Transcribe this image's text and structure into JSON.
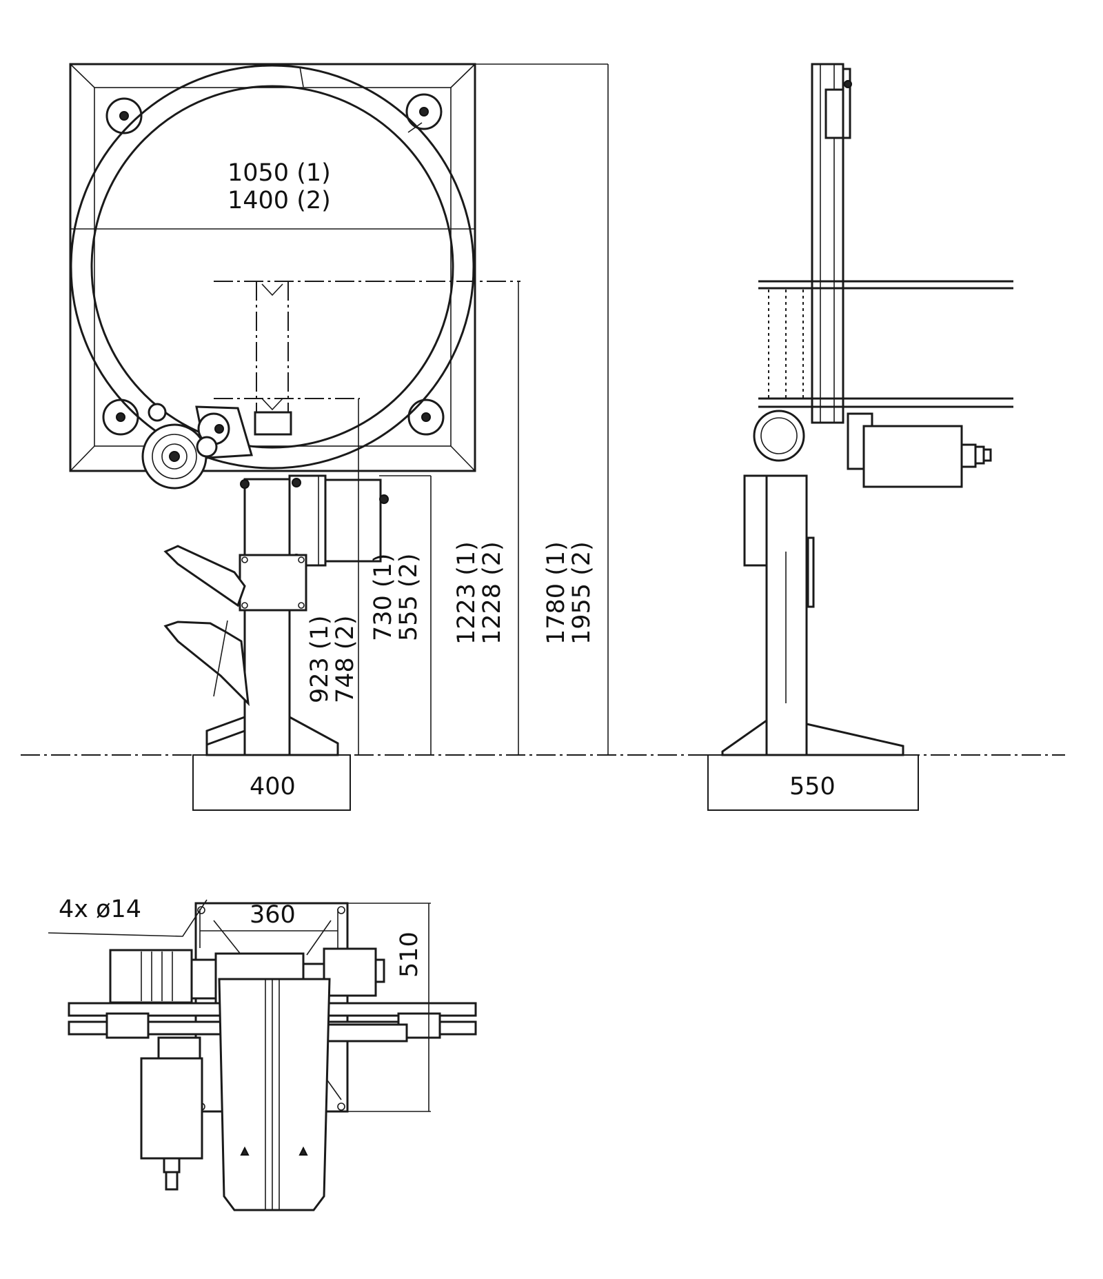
{
  "dimensions": {
    "ring_diameter_1": "1050 (1)",
    "ring_diameter_2": "1400 (2)",
    "height_a_1": "923 (1)",
    "height_a_2": "748 (2)",
    "height_b_1": "730 (1)",
    "height_b_2": "555 (2)",
    "height_c_1": "1223 (1)",
    "height_c_2": "1228 (2)",
    "height_total_1": "1780 (1)",
    "height_total_2": "1955 (2)",
    "front_base_width": "400",
    "side_base_width": "550",
    "hole_callout": "4x ø14",
    "plan_width": "360",
    "plan_depth": "510"
  }
}
